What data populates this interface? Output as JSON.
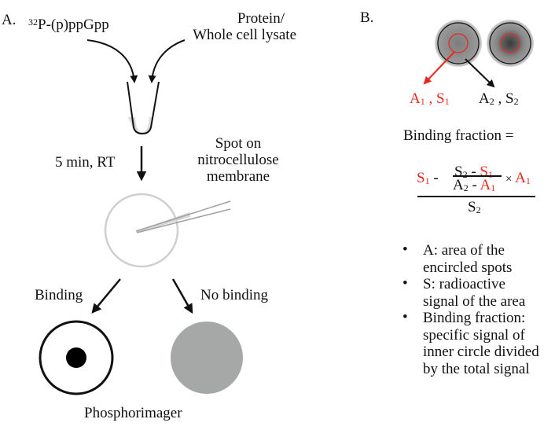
{
  "panel_a": {
    "label": "A.",
    "input_ligand": {
      "isotope": "32",
      "name": "P-(p)ppGpp"
    },
    "input_protein": {
      "line1": "Protein/",
      "line2": "Whole cell lysate"
    },
    "incubation": "5 min, RT",
    "spot_step": {
      "line1": "Spot on",
      "line2": "nitrocellulose",
      "line3": "membrane"
    },
    "outcome_binding": "Binding",
    "outcome_no_binding": "No binding",
    "detection": "Phosphorimager"
  },
  "panel_b": {
    "label": "B.",
    "inner_label": {
      "a": "A",
      "a_sub": "1",
      "sep": " , ",
      "s": "S",
      "s_sub": "1"
    },
    "outer_label": {
      "a": "A",
      "a_sub": "2",
      "sep": " , ",
      "s": "S",
      "s_sub": "2"
    },
    "formula_title": "Binding fraction =",
    "formula": {
      "s1": "S",
      "s1_sub": "1",
      "minus": " - ",
      "num_s2": "S",
      "num_s2_sub": "2",
      "num_minus": " - ",
      "num_s1": "S",
      "num_s1_sub": "1",
      "den_a2": "A",
      "den_a2_sub": "2",
      "den_minus": " - ",
      "den_a1": "A",
      "den_a1_sub": "1",
      "times": "×",
      "a1": "A",
      "a1_sub": "1",
      "denominator": "S",
      "denominator_sub": "2"
    },
    "notes": [
      {
        "line1": "A: area of the",
        "line2": "encircled spots"
      },
      {
        "line1": "S: radioactive",
        "line2": "signal of the area"
      },
      {
        "line1": "Binding fraction:",
        "line2": "specific signal of",
        "line3": "inner circle divided",
        "line4": "by the total signal"
      }
    ],
    "bullet": "•"
  },
  "colors": {
    "highlight_red": "#e8281e",
    "membrane_gray": "#cfcfcf",
    "no_binding_gray": "#a5a8a7",
    "liquid_gray": "#dadada"
  }
}
